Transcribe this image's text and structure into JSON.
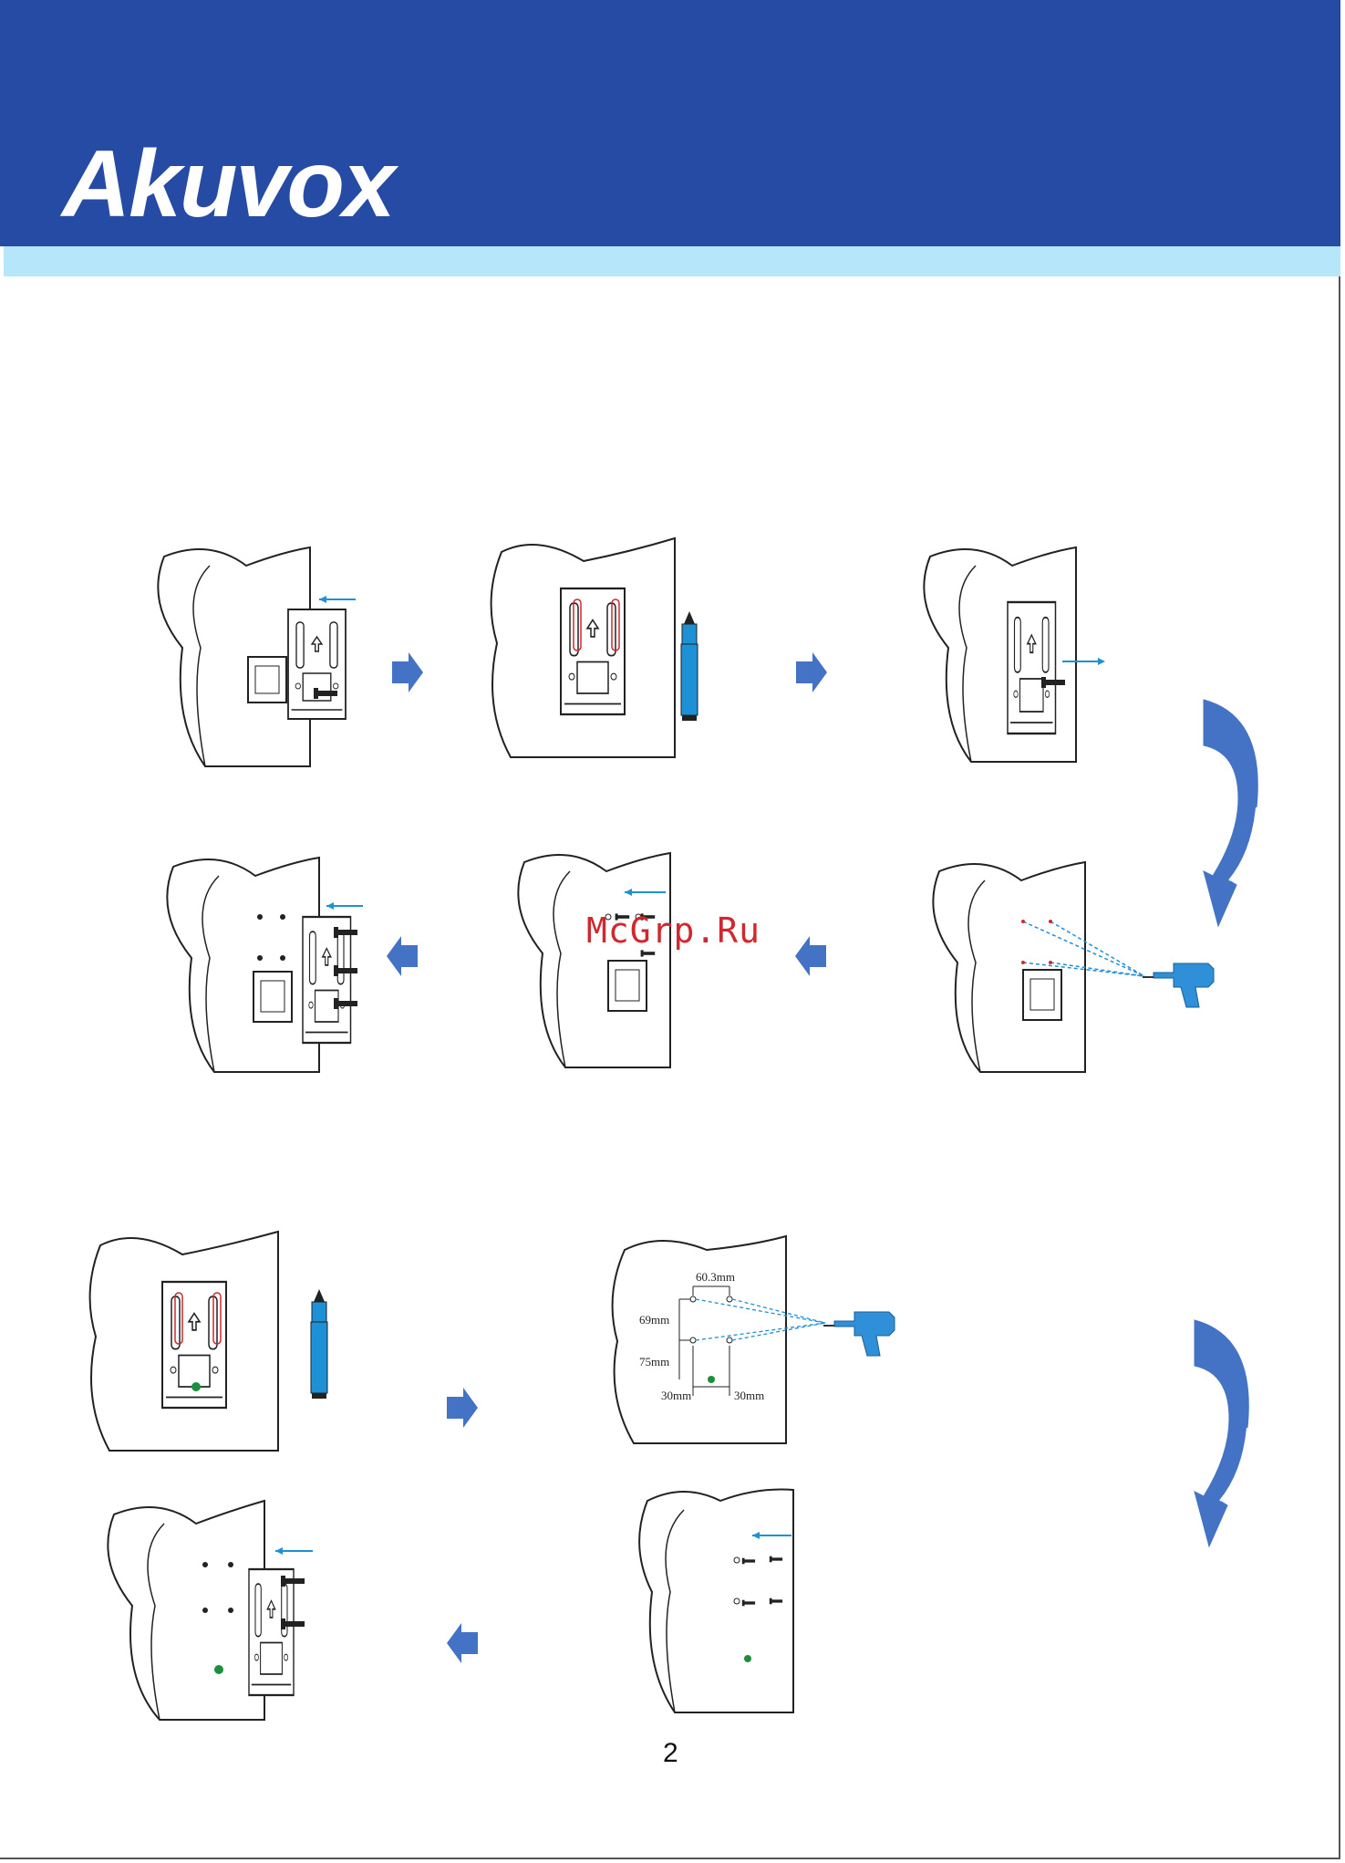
{
  "brand": {
    "name": "Akuvox",
    "colors": {
      "header": "#264ba4",
      "stripe": "#b5e6fa",
      "arrow": "#4473c5",
      "pen": "#1e90d6"
    }
  },
  "watermark": "McGrp.Ru",
  "page_number": "2",
  "dimensions": {
    "top_spacing": "60.3mm",
    "left_upper": "69mm",
    "left_lower": "75mm",
    "bottom_left": "30mm",
    "bottom_right": "30mm"
  },
  "icons": [
    "step-arrow-icon",
    "curved-arrow-icon",
    "marker-pen-icon",
    "drill-icon",
    "screw-icon"
  ]
}
